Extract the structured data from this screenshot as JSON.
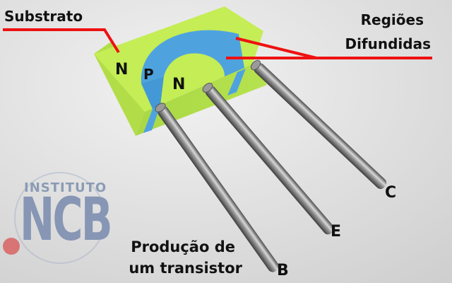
{
  "labels": {
    "substrato": "Substrato",
    "regioes_line1": "Regiões",
    "regioes_line2": "Difundidas",
    "region_n_left": "N",
    "region_p": "P",
    "region_n_inner": "N",
    "lead_c": "C",
    "lead_e": "E",
    "lead_b": "B"
  },
  "caption": {
    "line1": "Produção de",
    "line2": "um transistor"
  },
  "logo": {
    "top": "INSTITUTO",
    "main": "NCB"
  },
  "colors": {
    "background": "#e6e6e6",
    "substrate": "#c3ec55",
    "p_region": "#4da2de",
    "callout": "#ee1111",
    "lead_metal": "#8a8a8a",
    "logo": "#8696b4"
  }
}
